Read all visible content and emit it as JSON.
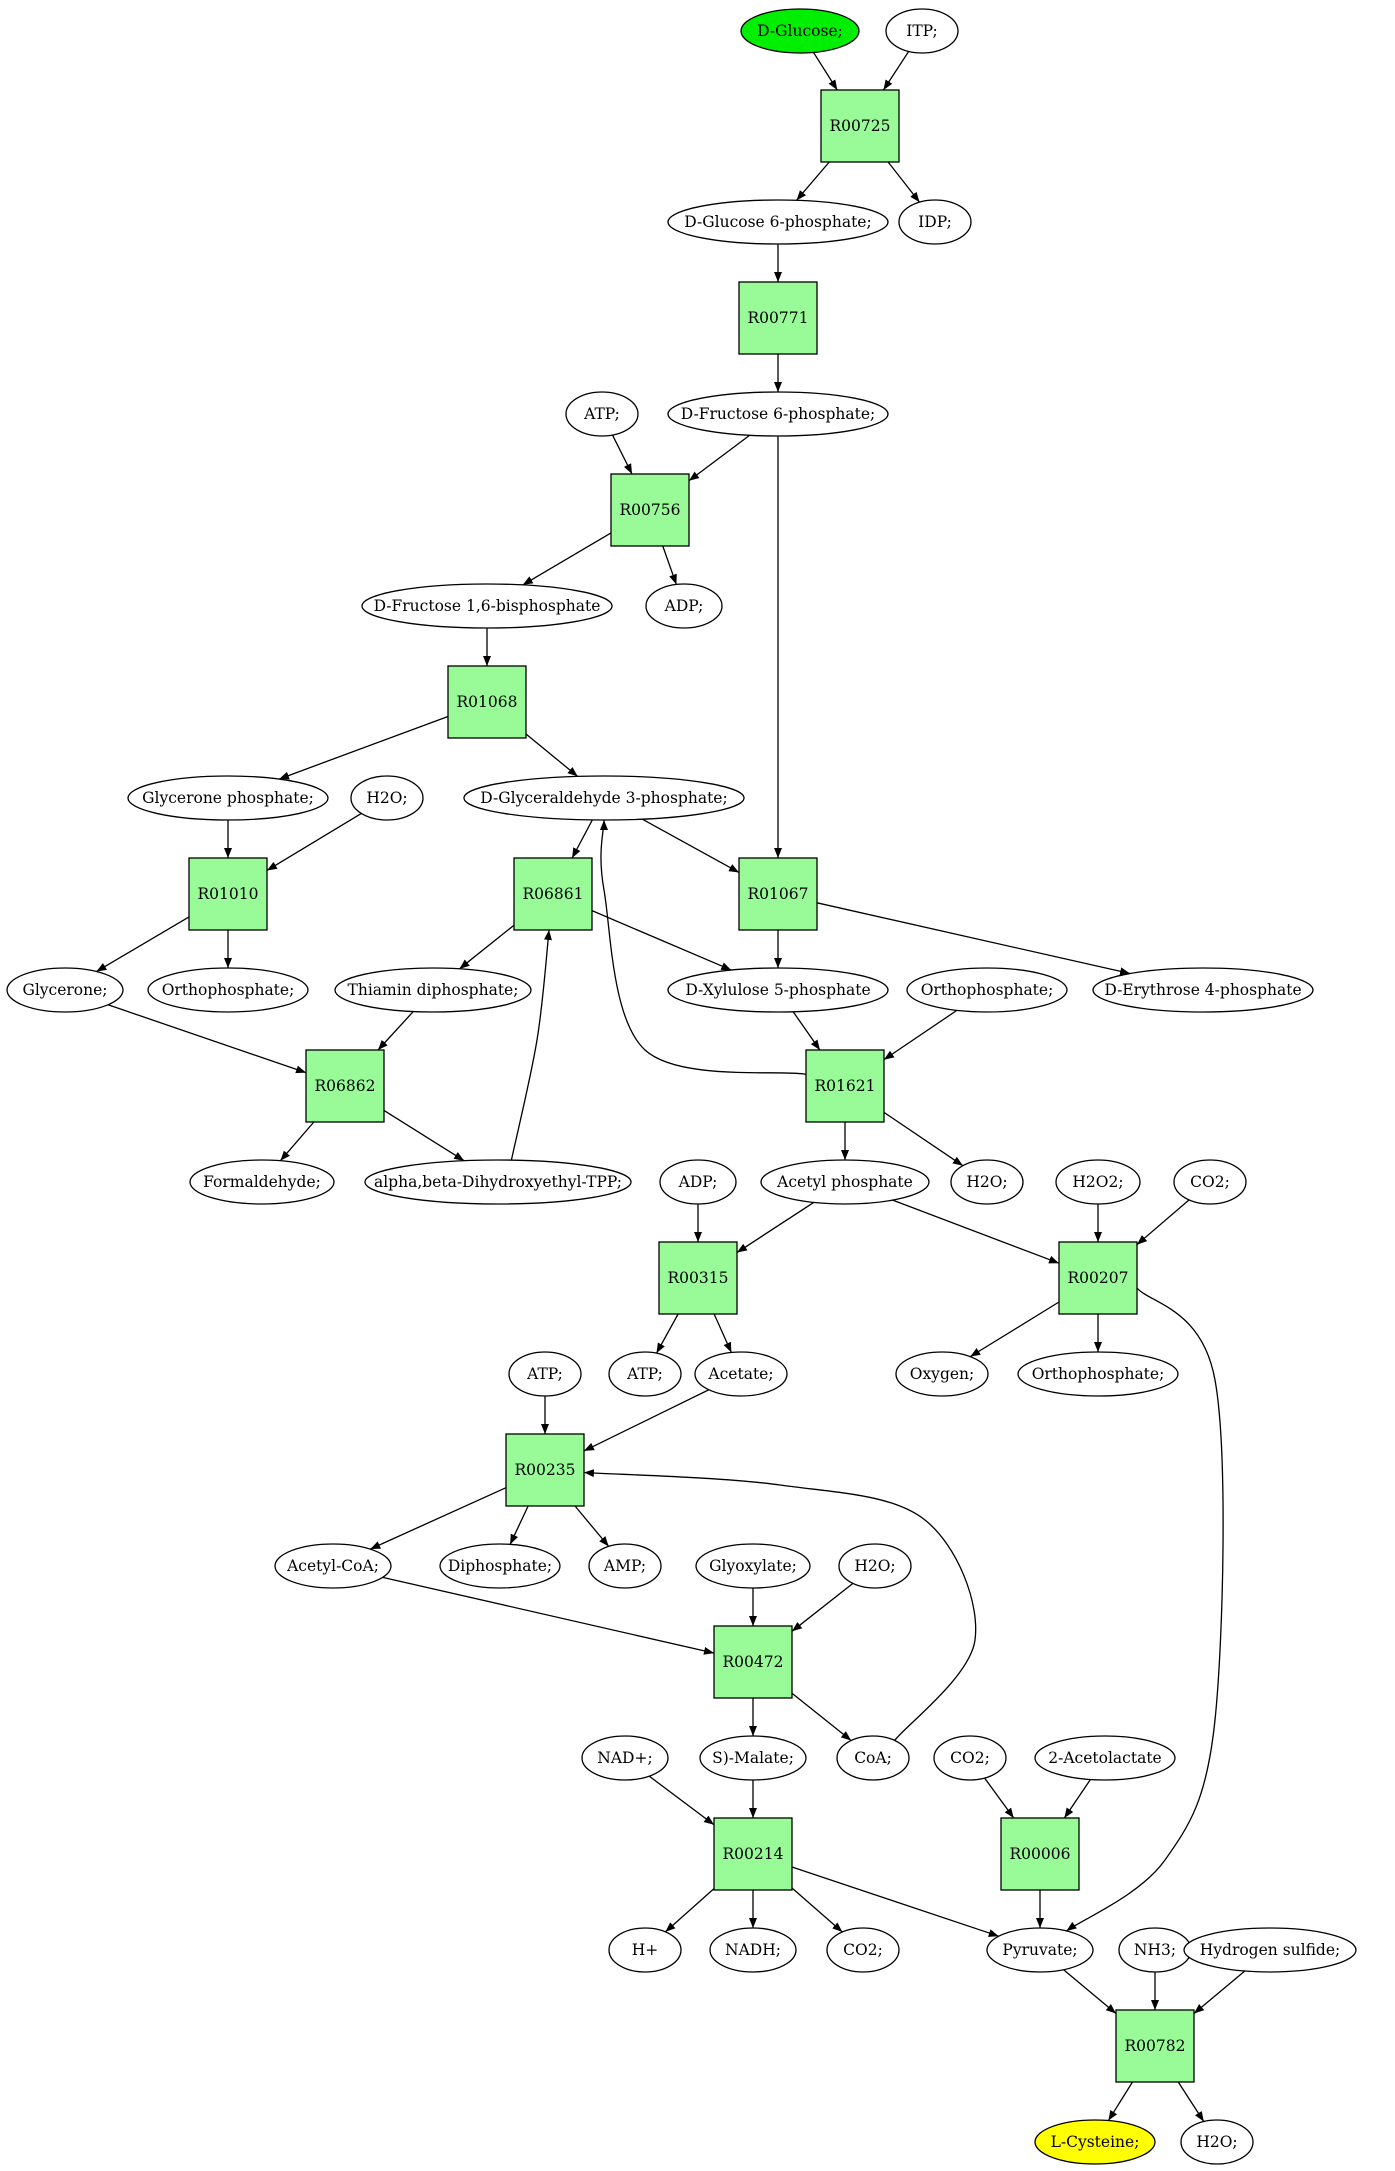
{
  "colors": {
    "reaction_fill": "#98fb98",
    "start_fill": "#00ee00",
    "end_fill": "#ffff00",
    "compound_fill": "#ffffff",
    "stroke": "#000000"
  },
  "nodes": [
    {
      "id": "D-Glucose",
      "label": "D-Glucose;",
      "kind": "start"
    },
    {
      "id": "ITP",
      "label": "ITP;",
      "kind": "compound"
    },
    {
      "id": "R00725",
      "label": "R00725",
      "kind": "reaction"
    },
    {
      "id": "G6P",
      "label": "D-Glucose 6-phosphate;",
      "kind": "compound"
    },
    {
      "id": "IDP",
      "label": "IDP;",
      "kind": "compound"
    },
    {
      "id": "R00771",
      "label": "R00771",
      "kind": "reaction"
    },
    {
      "id": "ATP1",
      "label": "ATP;",
      "kind": "compound"
    },
    {
      "id": "F6P",
      "label": "D-Fructose 6-phosphate;",
      "kind": "compound"
    },
    {
      "id": "R00756",
      "label": "R00756",
      "kind": "reaction"
    },
    {
      "id": "FBP",
      "label": "D-Fructose 1,6-bisphosphate",
      "kind": "compound"
    },
    {
      "id": "ADP1",
      "label": "ADP;",
      "kind": "compound"
    },
    {
      "id": "R01068",
      "label": "R01068",
      "kind": "reaction"
    },
    {
      "id": "GlyceroneP",
      "label": "Glycerone phosphate;",
      "kind": "compound"
    },
    {
      "id": "H2O1",
      "label": "H2O;",
      "kind": "compound"
    },
    {
      "id": "G3P",
      "label": "D-Glyceraldehyde 3-phosphate;",
      "kind": "compound"
    },
    {
      "id": "R01010",
      "label": "R01010",
      "kind": "reaction"
    },
    {
      "id": "R06861",
      "label": "R06861",
      "kind": "reaction"
    },
    {
      "id": "R01067",
      "label": "R01067",
      "kind": "reaction"
    },
    {
      "id": "Glycerone",
      "label": "Glycerone;",
      "kind": "compound"
    },
    {
      "id": "Orthophosphate1",
      "label": "Orthophosphate;",
      "kind": "compound"
    },
    {
      "id": "ThDP",
      "label": "Thiamin diphosphate;",
      "kind": "compound"
    },
    {
      "id": "X5P",
      "label": "D-Xylulose 5-phosphate",
      "kind": "compound"
    },
    {
      "id": "Orthophosphate2",
      "label": "Orthophosphate;",
      "kind": "compound"
    },
    {
      "id": "E4P",
      "label": "D-Erythrose 4-phosphate",
      "kind": "compound"
    },
    {
      "id": "R06862",
      "label": "R06862",
      "kind": "reaction"
    },
    {
      "id": "R01621",
      "label": "R01621",
      "kind": "reaction"
    },
    {
      "id": "Formaldehyde",
      "label": "Formaldehyde;",
      "kind": "compound"
    },
    {
      "id": "DHETPP",
      "label": "alpha,beta-Dihydroxyethyl-TPP;",
      "kind": "compound"
    },
    {
      "id": "ADP2",
      "label": "ADP;",
      "kind": "compound"
    },
    {
      "id": "AcetylP",
      "label": "Acetyl phosphate",
      "kind": "compound"
    },
    {
      "id": "H2O2w",
      "label": "H2O;",
      "kind": "compound"
    },
    {
      "id": "H2O2",
      "label": "H2O2;",
      "kind": "compound"
    },
    {
      "id": "CO2a",
      "label": "CO2;",
      "kind": "compound"
    },
    {
      "id": "R00315",
      "label": "R00315",
      "kind": "reaction"
    },
    {
      "id": "R00207",
      "label": "R00207",
      "kind": "reaction"
    },
    {
      "id": "ATP2",
      "label": "ATP;",
      "kind": "compound"
    },
    {
      "id": "ATP3",
      "label": "ATP;",
      "kind": "compound"
    },
    {
      "id": "Acetate",
      "label": "Acetate;",
      "kind": "compound"
    },
    {
      "id": "Oxygen",
      "label": "Oxygen;",
      "kind": "compound"
    },
    {
      "id": "Orthophosphate3",
      "label": "Orthophosphate;",
      "kind": "compound"
    },
    {
      "id": "R00235",
      "label": "R00235",
      "kind": "reaction"
    },
    {
      "id": "AcetylCoA",
      "label": "Acetyl-CoA;",
      "kind": "compound"
    },
    {
      "id": "Diphosphate",
      "label": "Diphosphate;",
      "kind": "compound"
    },
    {
      "id": "AMP",
      "label": "AMP;",
      "kind": "compound"
    },
    {
      "id": "Glyoxylate",
      "label": "Glyoxylate;",
      "kind": "compound"
    },
    {
      "id": "H2O3",
      "label": "H2O;",
      "kind": "compound"
    },
    {
      "id": "R00472",
      "label": "R00472",
      "kind": "reaction"
    },
    {
      "id": "NAD",
      "label": "NAD+;",
      "kind": "compound"
    },
    {
      "id": "Malate",
      "label": "S)-Malate;",
      "kind": "compound"
    },
    {
      "id": "CoA",
      "label": "CoA;",
      "kind": "compound"
    },
    {
      "id": "CO2b",
      "label": "CO2;",
      "kind": "compound"
    },
    {
      "id": "Acetolactate",
      "label": "2-Acetolactate",
      "kind": "compound"
    },
    {
      "id": "R00214",
      "label": "R00214",
      "kind": "reaction"
    },
    {
      "id": "R00006",
      "label": "R00006",
      "kind": "reaction"
    },
    {
      "id": "Hplus",
      "label": "H+",
      "kind": "compound"
    },
    {
      "id": "NADH",
      "label": "NADH;",
      "kind": "compound"
    },
    {
      "id": "CO2c",
      "label": "CO2;",
      "kind": "compound"
    },
    {
      "id": "Pyruvate",
      "label": "Pyruvate;",
      "kind": "compound"
    },
    {
      "id": "NH3",
      "label": "NH3;",
      "kind": "compound"
    },
    {
      "id": "H2S",
      "label": "Hydrogen sulfide;",
      "kind": "compound"
    },
    {
      "id": "R00782",
      "label": "R00782",
      "kind": "reaction"
    },
    {
      "id": "Cysteine",
      "label": "L-Cysteine;",
      "kind": "end"
    },
    {
      "id": "H2O4",
      "label": "H2O;",
      "kind": "compound"
    }
  ],
  "edges": [
    [
      "D-Glucose",
      "R00725"
    ],
    [
      "ITP",
      "R00725"
    ],
    [
      "R00725",
      "G6P"
    ],
    [
      "R00725",
      "IDP"
    ],
    [
      "G6P",
      "R00771"
    ],
    [
      "R00771",
      "F6P"
    ],
    [
      "ATP1",
      "R00756"
    ],
    [
      "F6P",
      "R00756"
    ],
    [
      "F6P",
      "R01067"
    ],
    [
      "R00756",
      "FBP"
    ],
    [
      "R00756",
      "ADP1"
    ],
    [
      "FBP",
      "R01068"
    ],
    [
      "R01068",
      "GlyceroneP"
    ],
    [
      "R01068",
      "G3P"
    ],
    [
      "GlyceroneP",
      "R01010"
    ],
    [
      "H2O1",
      "R01010"
    ],
    [
      "G3P",
      "R06861"
    ],
    [
      "G3P",
      "R01067"
    ],
    [
      "R01010",
      "Glycerone"
    ],
    [
      "R01010",
      "Orthophosphate1"
    ],
    [
      "R06861",
      "ThDP"
    ],
    [
      "R06861",
      "X5P"
    ],
    [
      "R01067",
      "X5P"
    ],
    [
      "R01067",
      "E4P"
    ],
    [
      "Glycerone",
      "R06862"
    ],
    [
      "ThDP",
      "R06862"
    ],
    [
      "X5P",
      "R01621"
    ],
    [
      "Orthophosphate2",
      "R01621"
    ],
    [
      "R01621",
      "G3P"
    ],
    [
      "R06862",
      "Formaldehyde"
    ],
    [
      "R06862",
      "DHETPP"
    ],
    [
      "DHETPP",
      "R06861"
    ],
    [
      "R01621",
      "AcetylP"
    ],
    [
      "R01621",
      "H2O2w"
    ],
    [
      "ADP2",
      "R00315"
    ],
    [
      "AcetylP",
      "R00315"
    ],
    [
      "AcetylP",
      "R00207"
    ],
    [
      "H2O2",
      "R00207"
    ],
    [
      "CO2a",
      "R00207"
    ],
    [
      "R00315",
      "ATP2"
    ],
    [
      "R00315",
      "Acetate"
    ],
    [
      "R00207",
      "Oxygen"
    ],
    [
      "R00207",
      "Orthophosphate3"
    ],
    [
      "R00207",
      "Pyruvate"
    ],
    [
      "ATP3",
      "R00235"
    ],
    [
      "Acetate",
      "R00235"
    ],
    [
      "CoA",
      "R00235"
    ],
    [
      "R00235",
      "AcetylCoA"
    ],
    [
      "R00235",
      "Diphosphate"
    ],
    [
      "R00235",
      "AMP"
    ],
    [
      "AcetylCoA",
      "R00472"
    ],
    [
      "Glyoxylate",
      "R00472"
    ],
    [
      "H2O3",
      "R00472"
    ],
    [
      "R00472",
      "Malate"
    ],
    [
      "R00472",
      "CoA"
    ],
    [
      "NAD",
      "R00214"
    ],
    [
      "Malate",
      "R00214"
    ],
    [
      "CO2b",
      "R00006"
    ],
    [
      "Acetolactate",
      "R00006"
    ],
    [
      "R00214",
      "Hplus"
    ],
    [
      "R00214",
      "NADH"
    ],
    [
      "R00214",
      "CO2c"
    ],
    [
      "R00214",
      "Pyruvate"
    ],
    [
      "R00006",
      "Pyruvate"
    ],
    [
      "Pyruvate",
      "R00782"
    ],
    [
      "NH3",
      "R00782"
    ],
    [
      "H2S",
      "R00782"
    ],
    [
      "R00782",
      "Cysteine"
    ],
    [
      "R00782",
      "H2O4"
    ]
  ]
}
